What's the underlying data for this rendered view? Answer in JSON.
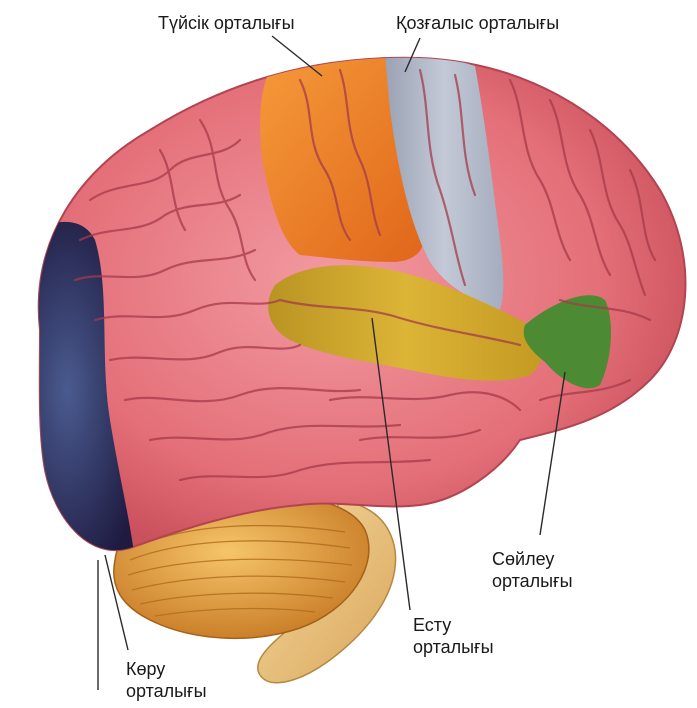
{
  "diagram": {
    "labels": {
      "touch_center": "Түйсік орталығы",
      "motor_center": "Қозғалыс орталығы",
      "speech_center": {
        "line1": "Сөйлеу",
        "line2": "орталығы"
      },
      "hearing_center": {
        "line1": "Есту",
        "line2": "орталығы"
      },
      "vision_center": {
        "line1": "Көру",
        "line2": "орталығы"
      }
    },
    "region_colors": {
      "cortex": "#e46f78",
      "touch": "#f07f22",
      "motor": "#aeb6c4",
      "hearing": "#c9a223",
      "speech": "#4c8a34",
      "vision": "#2f2d5c",
      "cerebellum": "#e4a03e",
      "brainstem": "#ecc98a"
    }
  }
}
